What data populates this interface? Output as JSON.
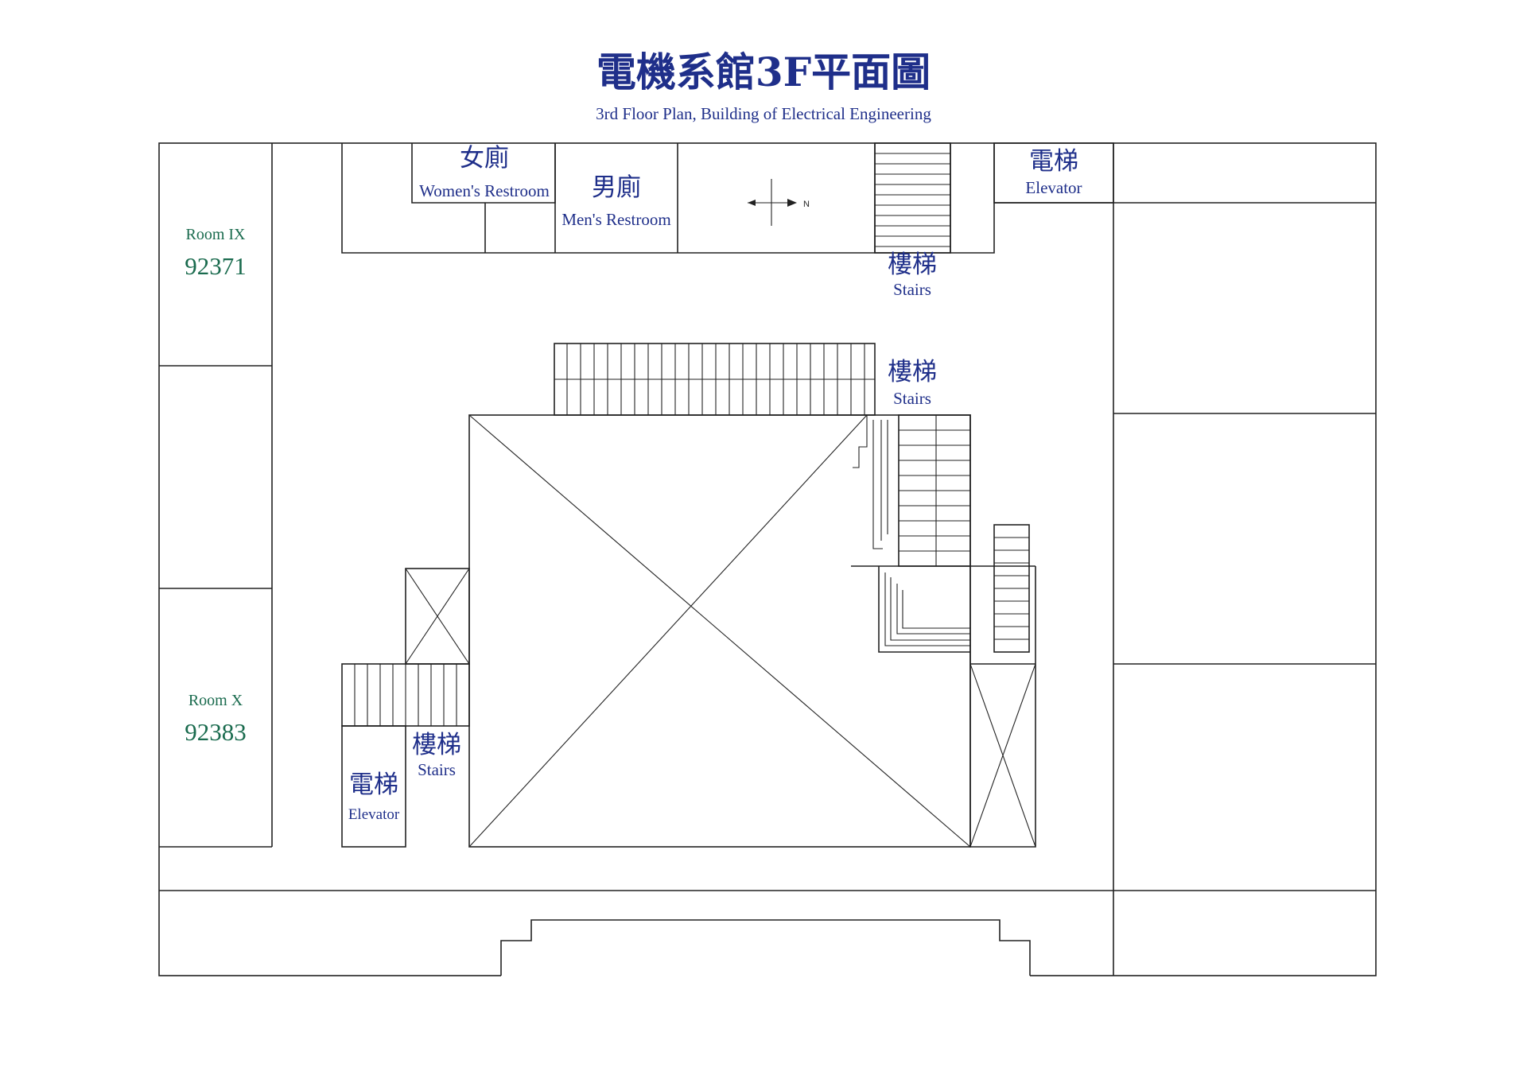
{
  "header": {
    "title": "電機系館3F平面圖",
    "subtitle": "3rd Floor Plan, Building of Electrical Engineering"
  },
  "compass": {
    "direction_label": "N"
  },
  "rooms": {
    "room_ix": {
      "name": "Room IX",
      "number": "92371"
    },
    "room_x": {
      "name": "Room X",
      "number": "92383"
    }
  },
  "restrooms": {
    "women": {
      "zh": "女廁",
      "en": "Women's Restroom"
    },
    "men": {
      "zh": "男廁",
      "en": "Men's Restroom"
    }
  },
  "elevators": {
    "north": {
      "zh": "電梯",
      "en": "Elevator"
    },
    "southwest": {
      "zh": "電梯",
      "en": "Elevator"
    }
  },
  "stairs": {
    "north": {
      "zh": "樓梯",
      "en": "Stairs"
    },
    "central": {
      "zh": "樓梯",
      "en": "Stairs"
    },
    "southwest": {
      "zh": "樓梯",
      "en": "Stairs"
    }
  },
  "colors": {
    "label_blue": "#1f2f8a",
    "room_green": "#1a6b4e",
    "line": "#222222"
  }
}
